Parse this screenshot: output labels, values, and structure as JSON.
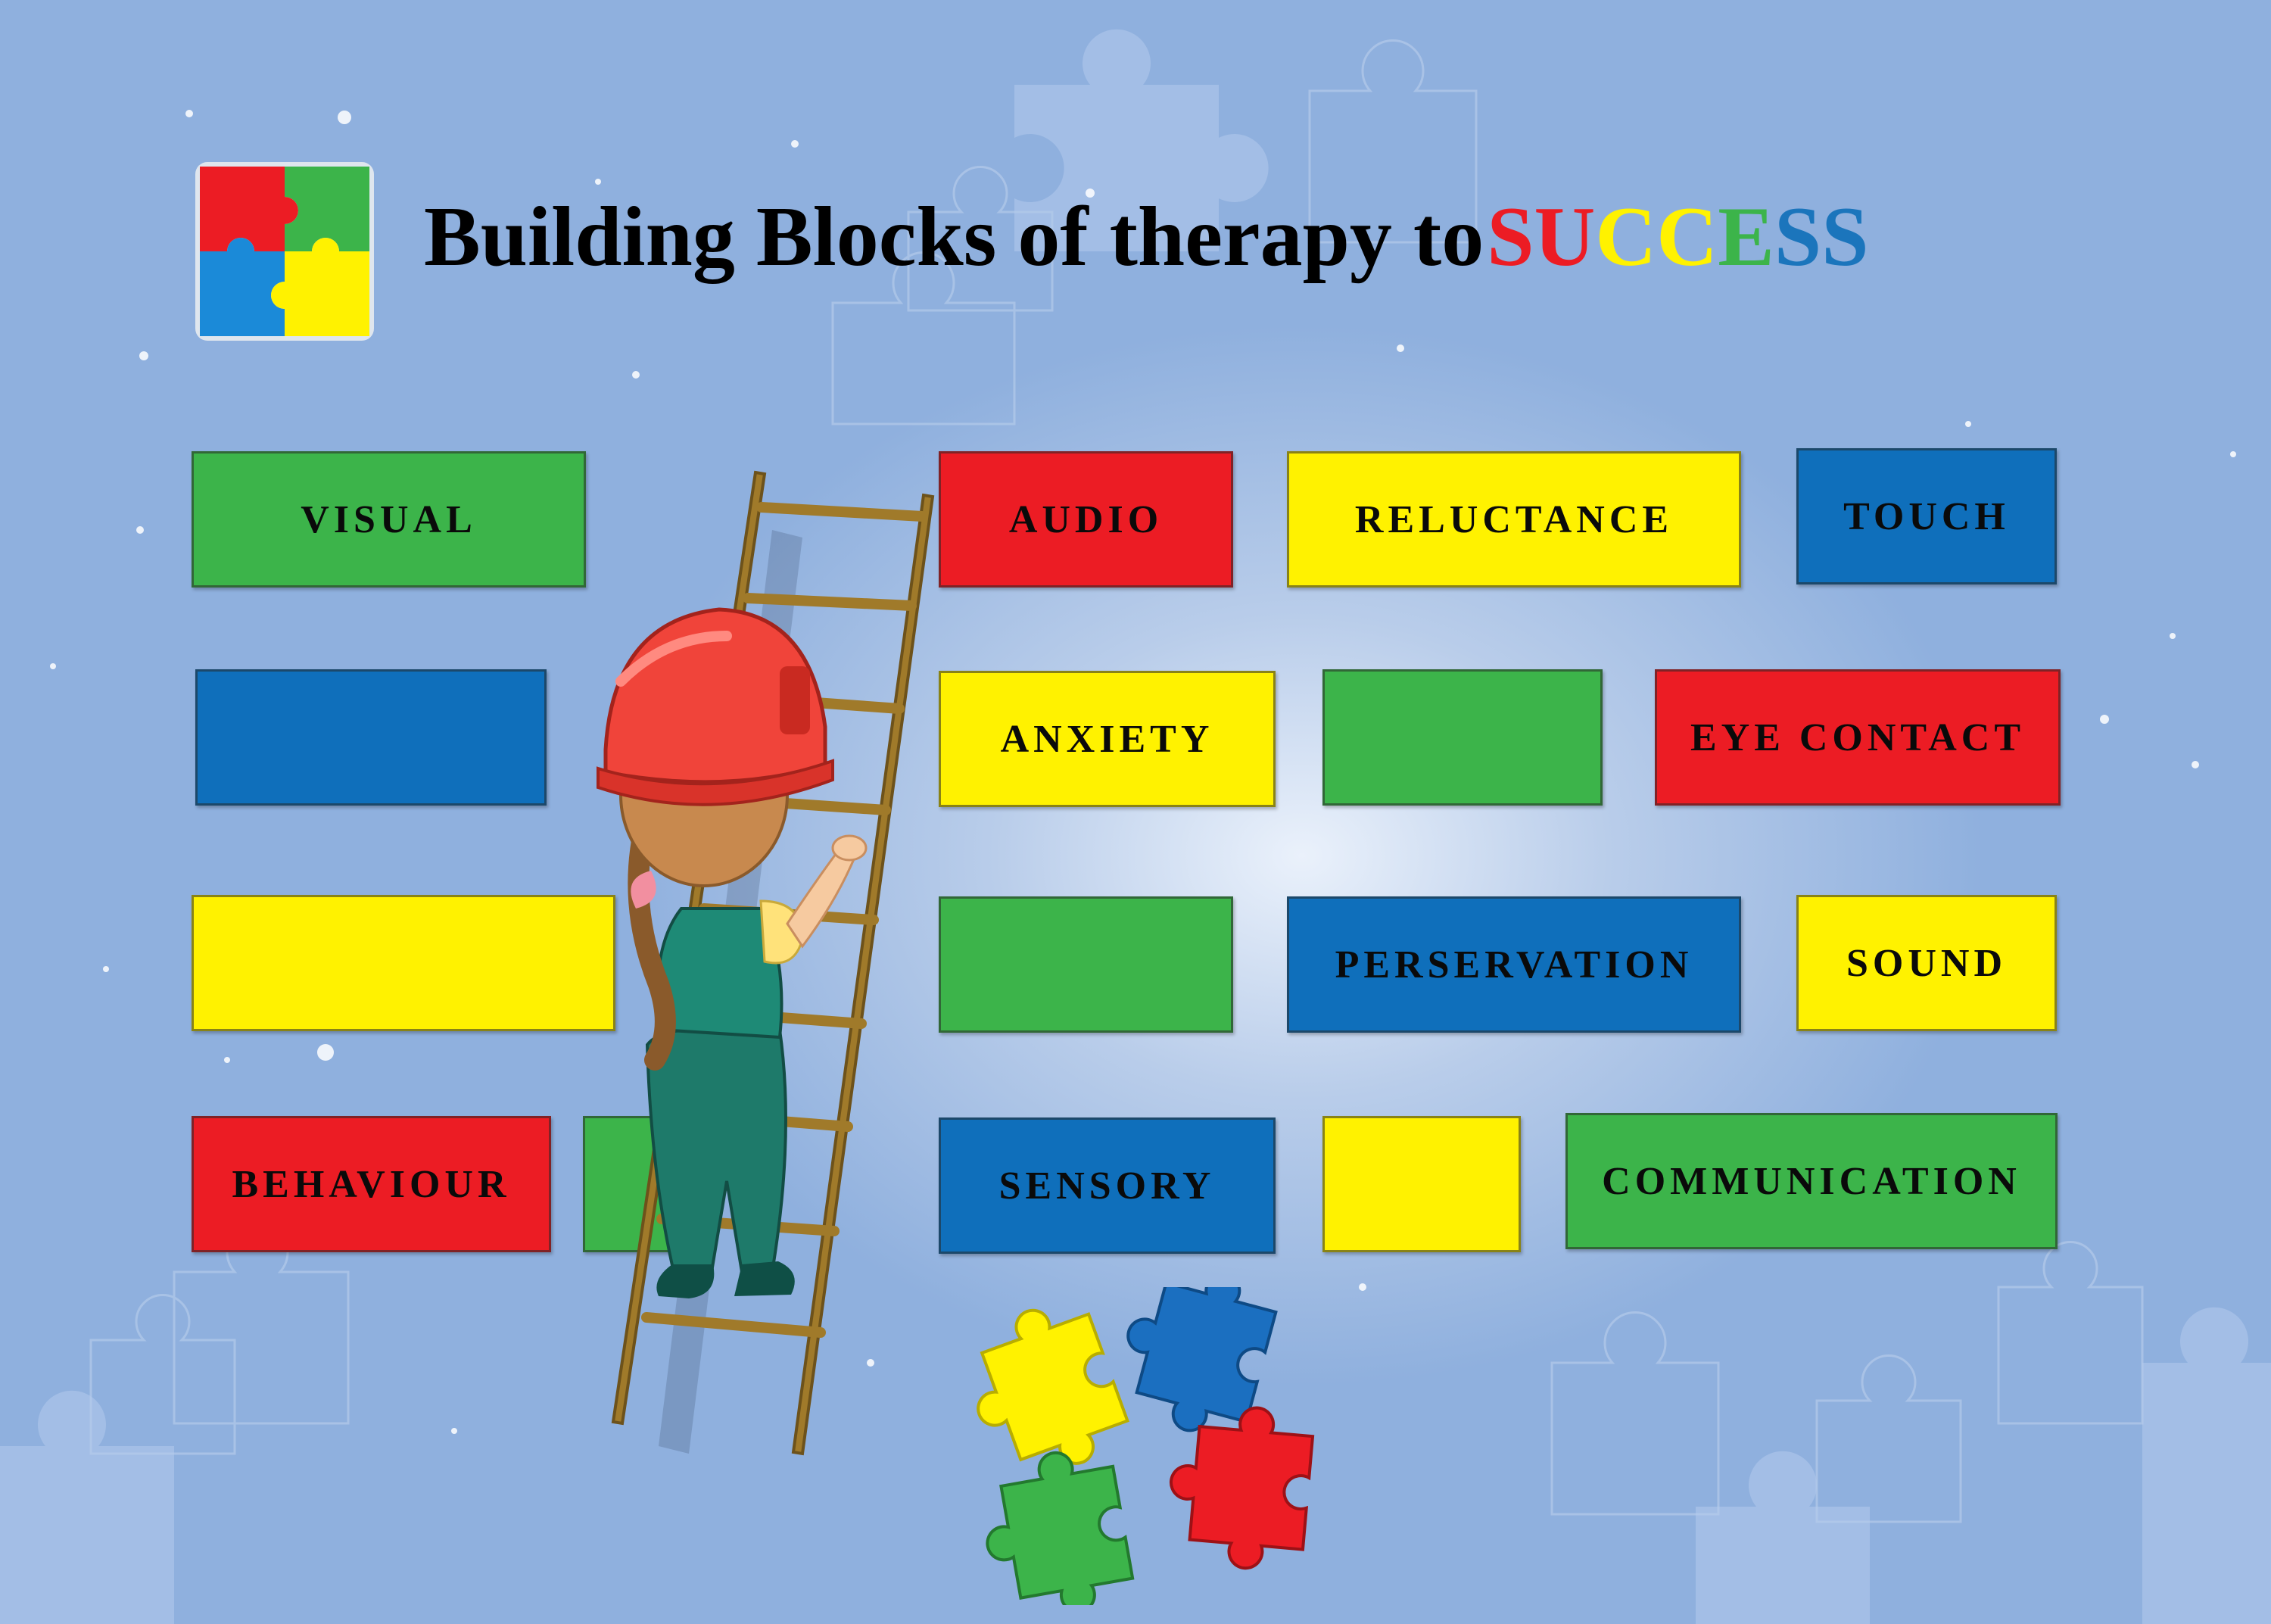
{
  "title": {
    "prefix": "Building Blocks of therapy to",
    "success_letters": [
      {
        "char": "S",
        "color": "#ec1c24"
      },
      {
        "char": "U",
        "color": "#ec1c24"
      },
      {
        "char": "C",
        "color": "#fff200"
      },
      {
        "char": "C",
        "color": "#fff200"
      },
      {
        "char": "E",
        "color": "#3cb44a"
      },
      {
        "char": "S",
        "color": "#1b75bc"
      },
      {
        "char": "S",
        "color": "#1b75bc"
      }
    ]
  },
  "blocks": [
    {
      "label": "VISUAL",
      "color": "green"
    },
    {
      "label": "AUDIO",
      "color": "red"
    },
    {
      "label": "RELUCTANCE",
      "color": "yellow"
    },
    {
      "label": "TOUCH",
      "color": "blue"
    },
    {
      "label": "",
      "color": "blue"
    },
    {
      "label": "ANXIETY",
      "color": "yellow"
    },
    {
      "label": "",
      "color": "green"
    },
    {
      "label": "EYE CONTACT",
      "color": "red"
    },
    {
      "label": "",
      "color": "yellow"
    },
    {
      "label": "",
      "color": "green"
    },
    {
      "label": "PERSERVATION",
      "color": "blue"
    },
    {
      "label": "SOUND",
      "color": "yellow"
    },
    {
      "label": "BEHAVIOUR",
      "color": "red"
    },
    {
      "label": "",
      "color": "green"
    },
    {
      "label": "SENSORY",
      "color": "blue"
    },
    {
      "label": "",
      "color": "yellow"
    },
    {
      "label": "COMMUNICATION",
      "color": "green"
    }
  ],
  "icons": {
    "logo": "puzzle-logo-icon",
    "child": "girl-climbing-ladder-illustration",
    "pieces": "scattered-puzzle-pieces-icon"
  },
  "colors": {
    "red": "#ec1c24",
    "yellow": "#fff200",
    "green": "#3cb44a",
    "blue": "#0f6fbb",
    "background": "#8fb0de"
  }
}
